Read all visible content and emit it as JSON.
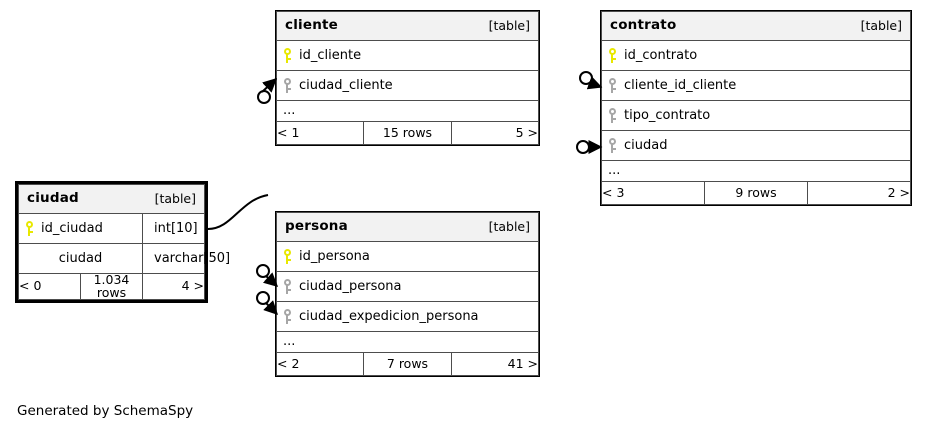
{
  "diagram": {
    "caption": "Generated by SchemaSpy",
    "table_kind_label": "[table]",
    "ellipsis": "...",
    "colors": {
      "primary_key": "#e8e800",
      "foreign_key": "#a6a6a6",
      "table_header_bg": "#f2f2f2",
      "border": "#000000",
      "background": "#ffffff"
    }
  },
  "tables": {
    "cliente": {
      "name": "cliente",
      "kind": "[table]",
      "highlighted": false,
      "columns": [
        {
          "name": "id_cliente",
          "key": "primary",
          "key_icon": "key-icon-primary",
          "type": ""
        },
        {
          "name": "ciudad_cliente",
          "key": "foreign",
          "key_icon": "key-icon-foreign",
          "type": ""
        }
      ],
      "ellipsis": "...",
      "footer": {
        "left": "< 1",
        "center": "15 rows",
        "right": "5 >"
      }
    },
    "contrato": {
      "name": "contrato",
      "kind": "[table]",
      "highlighted": false,
      "columns": [
        {
          "name": "id_contrato",
          "key": "primary",
          "key_icon": "key-icon-primary",
          "type": ""
        },
        {
          "name": "cliente_id_cliente",
          "key": "foreign",
          "key_icon": "key-icon-foreign",
          "type": ""
        },
        {
          "name": "tipo_contrato",
          "key": "foreign",
          "key_icon": "key-icon-foreign",
          "type": ""
        },
        {
          "name": "ciudad",
          "key": "foreign",
          "key_icon": "key-icon-foreign",
          "type": ""
        }
      ],
      "ellipsis": "...",
      "footer": {
        "left": "< 3",
        "center": "9 rows",
        "right": "2 >"
      }
    },
    "ciudad": {
      "name": "ciudad",
      "kind": "[table]",
      "highlighted": true,
      "columns": [
        {
          "name": "id_ciudad",
          "key": "primary",
          "key_icon": "key-icon-primary",
          "type": "int[10]"
        },
        {
          "name": "ciudad",
          "key": "none",
          "key_icon": "",
          "type": "varchar[50]"
        }
      ],
      "ellipsis": "",
      "footer": {
        "left": "< 0",
        "center": "1.034 rows",
        "right": "4 >"
      }
    },
    "persona": {
      "name": "persona",
      "kind": "[table]",
      "highlighted": false,
      "columns": [
        {
          "name": "id_persona",
          "key": "primary",
          "key_icon": "key-icon-primary",
          "type": ""
        },
        {
          "name": "ciudad_persona",
          "key": "foreign",
          "key_icon": "key-icon-foreign",
          "type": ""
        },
        {
          "name": "ciudad_expedicion_persona",
          "key": "foreign",
          "key_icon": "key-icon-foreign",
          "type": ""
        }
      ],
      "ellipsis": "...",
      "footer": {
        "left": "< 2",
        "center": "7 rows",
        "right": "41 >"
      }
    }
  },
  "relationships": [
    {
      "id": "rel-cliente-ciudad_cliente",
      "target_table": "cliente",
      "target_column": "ciudad_cliente",
      "marker": "circle-arrow"
    },
    {
      "id": "rel-contrato-cliente_id_cliente",
      "target_table": "contrato",
      "target_column": "cliente_id_cliente",
      "marker": "circle-arrow"
    },
    {
      "id": "rel-contrato-ciudad",
      "target_table": "contrato",
      "target_column": "ciudad",
      "marker": "circle-arrow"
    },
    {
      "id": "rel-persona-ciudad_persona",
      "target_table": "persona",
      "target_column": "ciudad_persona",
      "marker": "circle-arrow"
    },
    {
      "id": "rel-persona-ciudad_expedicion_persona",
      "target_table": "persona",
      "target_column": "ciudad_expedicion_persona",
      "marker": "circle-arrow"
    },
    {
      "id": "rel-ciudad-out",
      "source_table": "ciudad",
      "marker": "curve"
    }
  ]
}
